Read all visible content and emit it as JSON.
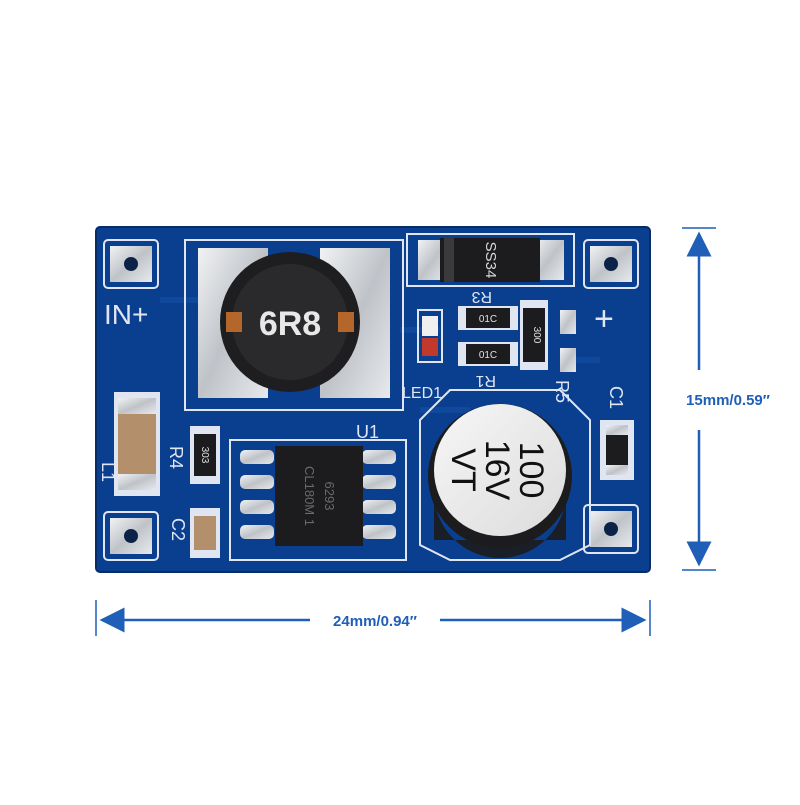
{
  "colors": {
    "pcb": "#0a3f8f",
    "silk": "#dfe6f2",
    "dimension": "#1f5fb8",
    "pad": "#c9ccd0",
    "component_black": "#1c1c1e"
  },
  "board": {
    "silkscreen": {
      "input_label": "IN+",
      "output_label": "+",
      "led": "LED1",
      "u1": "U1",
      "r4": "R4",
      "r5": "R5",
      "r1": "R1",
      "r3": "R3",
      "c1": "C1",
      "c2": "C2",
      "l1": "L1"
    },
    "inductor_marking": "6R8",
    "diode_marking": "SS34",
    "resistor_markings": {
      "r3": "01C",
      "r1": "01C",
      "r5": "300",
      "r4": "303"
    },
    "ic_marking": [
      "6293",
      "CL180M 1"
    ],
    "capacitor_marking": [
      "100",
      "16V",
      "VT"
    ]
  },
  "dimensions": {
    "height": "15mm/0.59″",
    "width": "24mm/0.94″"
  }
}
